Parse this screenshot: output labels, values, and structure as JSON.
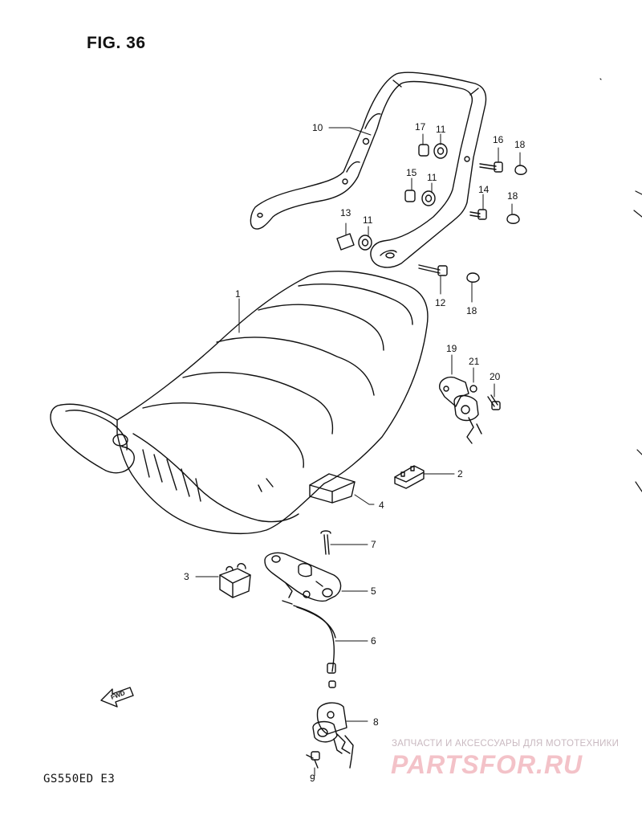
{
  "figure": {
    "title": "FIG. 36",
    "model": "GS550ED  E3"
  },
  "fwd_label": "FWD",
  "watermark": {
    "tagline": "ЗАПЧАСТИ И АКСЕССУАРЫ ДЛЯ МОТОТЕХНИКИ",
    "logo": "PARTSFOR.RU"
  },
  "parts": [
    {
      "id": "1",
      "name": "seat"
    },
    {
      "id": "2",
      "name": "seat-buffer"
    },
    {
      "id": "3",
      "name": "seat-buffer"
    },
    {
      "id": "4",
      "name": "cushion"
    },
    {
      "id": "5",
      "name": "seat-lock-plate"
    },
    {
      "id": "6",
      "name": "seat-lock-cable"
    },
    {
      "id": "7",
      "name": "screw"
    },
    {
      "id": "8",
      "name": "seat-lock"
    },
    {
      "id": "9",
      "name": "bolt"
    },
    {
      "id": "10",
      "name": "pillion-rail"
    },
    {
      "id": "11",
      "name": "cushion"
    },
    {
      "id": "12",
      "name": "bolt"
    },
    {
      "id": "13",
      "name": "spacer"
    },
    {
      "id": "14",
      "name": "bolt"
    },
    {
      "id": "15",
      "name": "spacer"
    },
    {
      "id": "16",
      "name": "bolt"
    },
    {
      "id": "17",
      "name": "spacer"
    },
    {
      "id": "18",
      "name": "cap"
    },
    {
      "id": "19",
      "name": "helmet-lock-bracket"
    },
    {
      "id": "20",
      "name": "bolt"
    },
    {
      "id": "21",
      "name": "washer"
    }
  ],
  "labels": {
    "l1": "1",
    "l2": "2",
    "l3": "3",
    "l4": "4",
    "l5": "5",
    "l6": "6",
    "l7": "7",
    "l8": "8",
    "l9": "9",
    "l10": "10",
    "l11a": "11",
    "l11b": "11",
    "l11c": "11",
    "l12": "12",
    "l13": "13",
    "l14": "14",
    "l15": "15",
    "l16": "16",
    "l17": "17",
    "l18a": "18",
    "l18b": "18",
    "l18c": "18",
    "l19": "19",
    "l20": "20",
    "l21": "21"
  }
}
